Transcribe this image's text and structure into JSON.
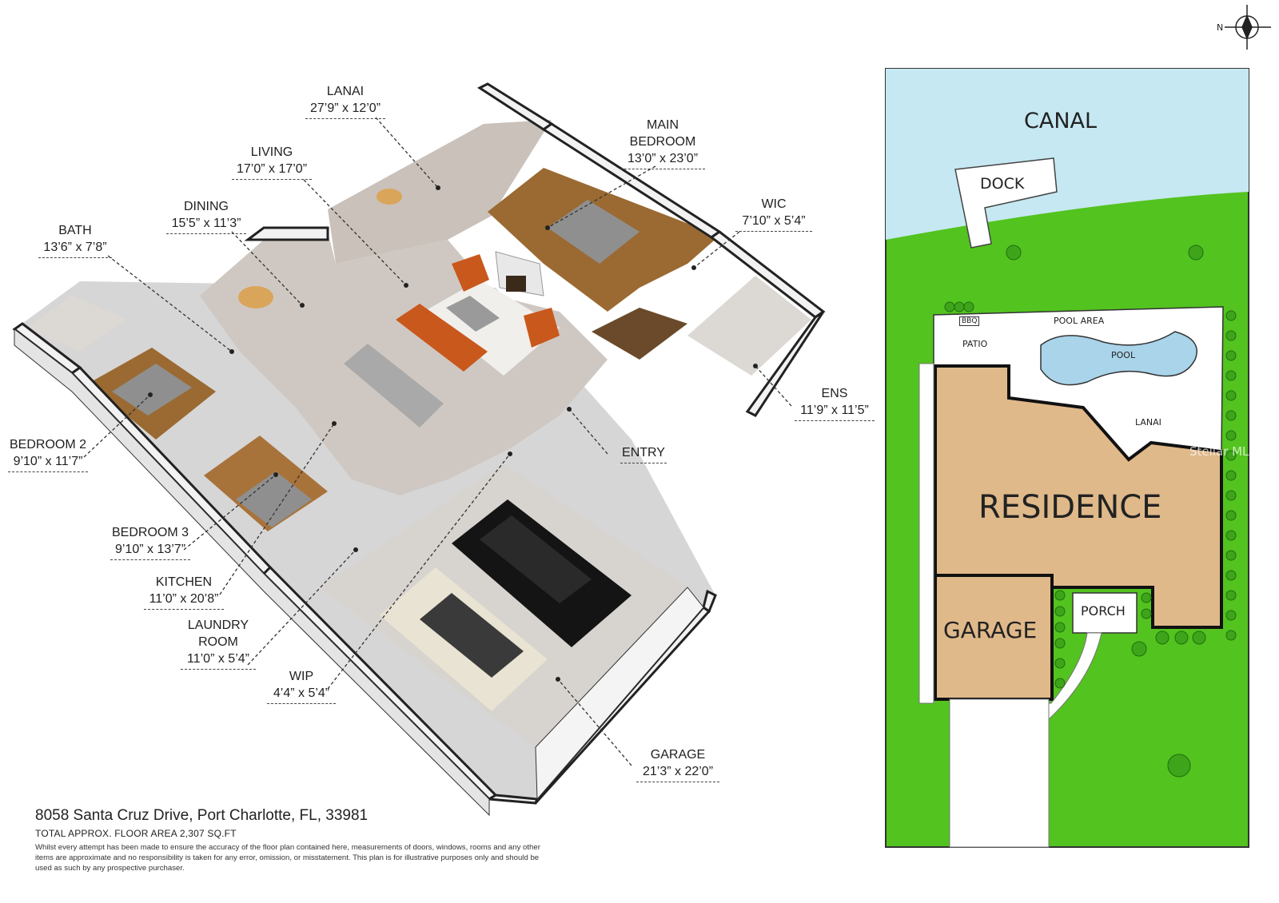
{
  "rooms": {
    "lanai": {
      "name": "LANAI",
      "dim": "27’9” x 12’0”"
    },
    "living": {
      "name": "LIVING",
      "dim": "17’0” x 17’0”"
    },
    "main_bedroom": {
      "name": "MAIN",
      "name2": "BEDROOM",
      "dim": "13’0” x 23’0”"
    },
    "wic": {
      "name": "WIC",
      "dim": "7’10” x 5’4”"
    },
    "dining": {
      "name": "DINING",
      "dim": "15’5” x 11’3”"
    },
    "bath": {
      "name": "BATH",
      "dim": "13’6” x 7’8”"
    },
    "bedroom2": {
      "name": "BEDROOM 2",
      "dim": "9’10” x 11’7”"
    },
    "ens": {
      "name": "ENS",
      "dim": "11’9” x 11’5”"
    },
    "entry": {
      "name": "ENTRY"
    },
    "bedroom3": {
      "name": "BEDROOM 3",
      "dim": "9’10” x 13’7”"
    },
    "kitchen": {
      "name": "KITCHEN",
      "dim": "11’0” x 20’8”"
    },
    "laundry": {
      "name": "LAUNDRY",
      "name2": "ROOM",
      "dim": "11’0” x 5’4”"
    },
    "wip": {
      "name": "WIP",
      "dim": "4’4” x 5’4”"
    },
    "garage": {
      "name": "GARAGE",
      "dim": "21’3” x 22’0”"
    }
  },
  "footer": {
    "address": "8058 Santa Cruz Drive, Port Charlotte, FL, 33981",
    "area": "TOTAL APPROX. FLOOR AREA 2,307 SQ.FT",
    "disclaimer": "Whilst every attempt has been made to ensure the accuracy of the floor plan contained here, measurements of doors, windows, rooms and any other items are approximate and no responsibility is taken for any error, omission, or misstatement. This plan is for illustrative purposes only and should be used as such by any prospective purchaser."
  },
  "site": {
    "compass": "N",
    "canal": "CANAL",
    "dock": "DOCK",
    "bbq": "BBQ",
    "patio": "PATIO",
    "pool_area": "POOL AREA",
    "pool": "POOL",
    "lanai": "LANAI",
    "residence": "RESIDENCE",
    "garage": "GARAGE",
    "porch": "PORCH",
    "watermark": "Stellar MLS"
  },
  "colors": {
    "grass": "#53c31f",
    "water": "#c6e8f2",
    "building": "#e0b98a",
    "floor_wood": "#9a6a32",
    "floor_tile": "#cfc8c2",
    "wall": "#f2f2f2"
  }
}
